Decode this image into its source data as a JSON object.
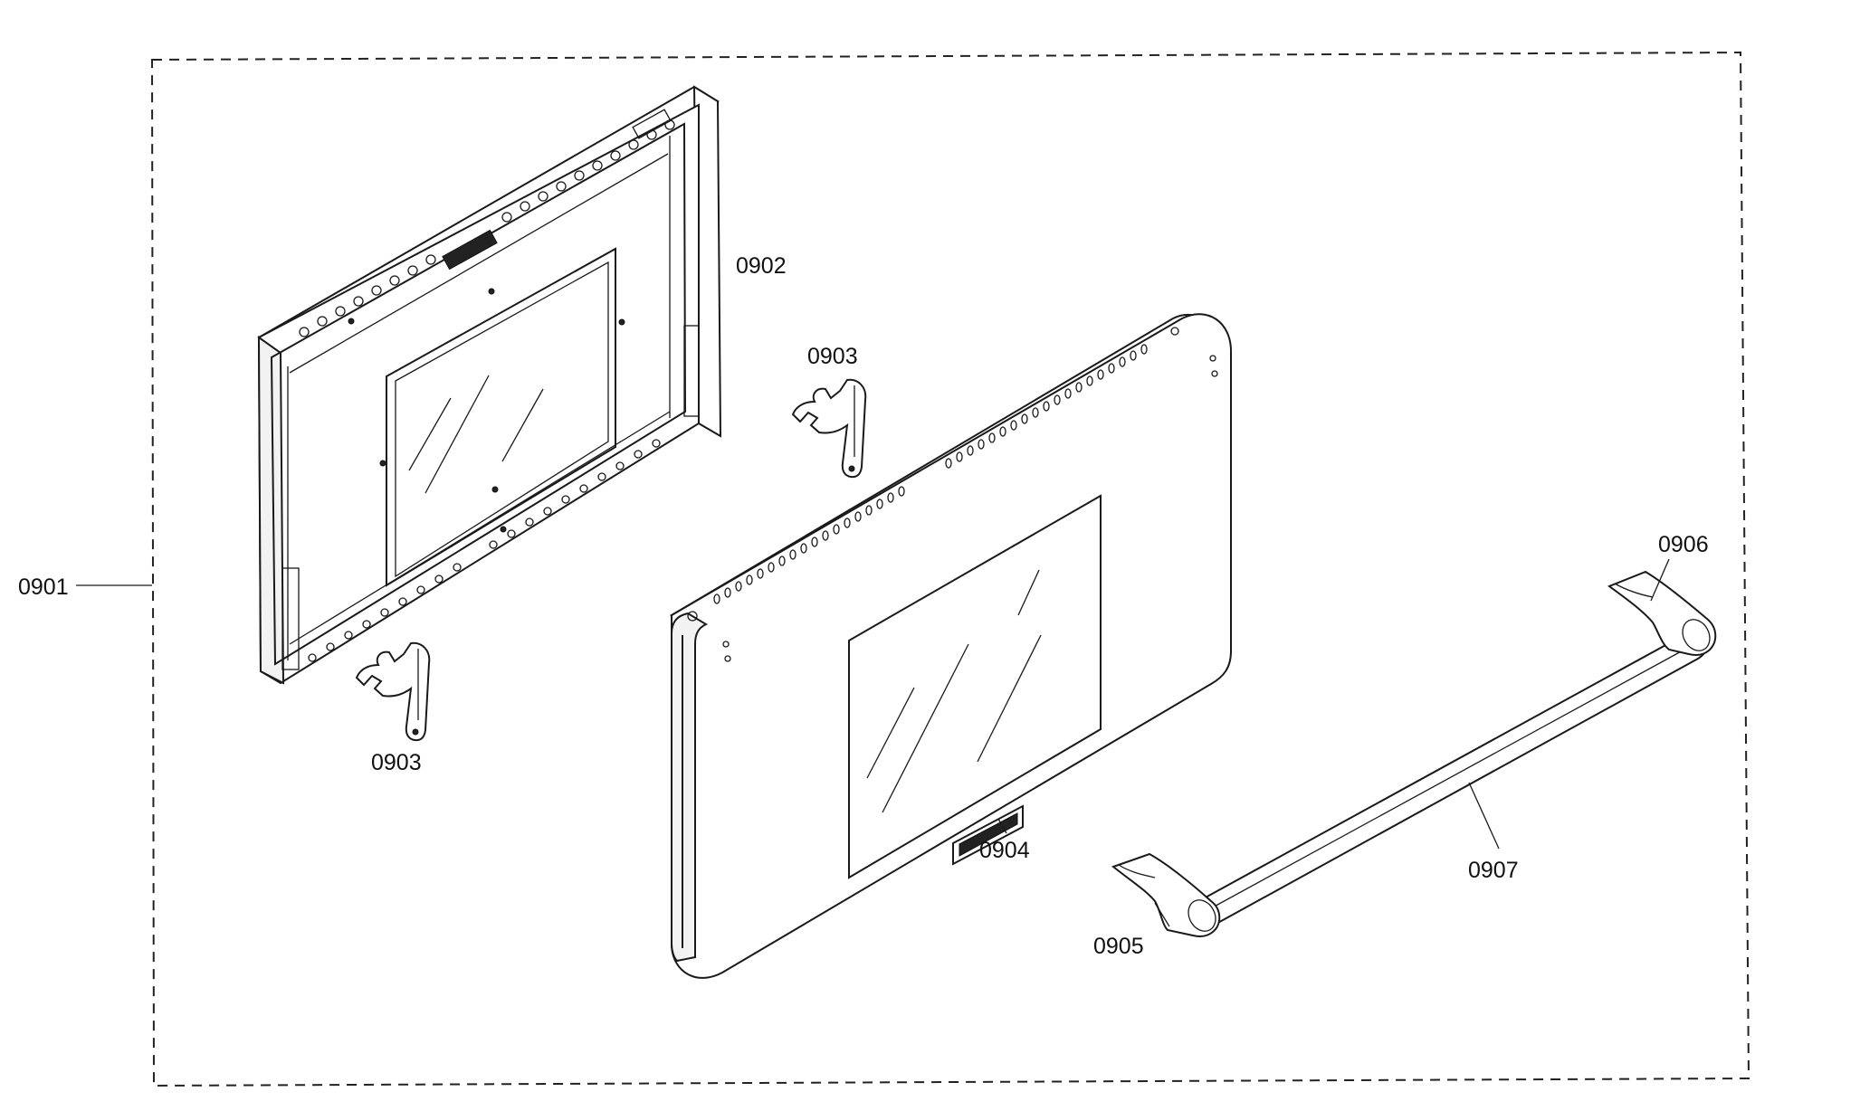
{
  "callouts": {
    "assembly": "0901",
    "inner_door": "0902",
    "hinge_upper": "0903",
    "hinge_lower": "0903",
    "badge": "0904",
    "end_cap_left": "0905",
    "end_cap_right": "0906",
    "handle_bar": "0907"
  },
  "colors": {
    "line": "#1a1a1a",
    "background": "#ffffff"
  }
}
